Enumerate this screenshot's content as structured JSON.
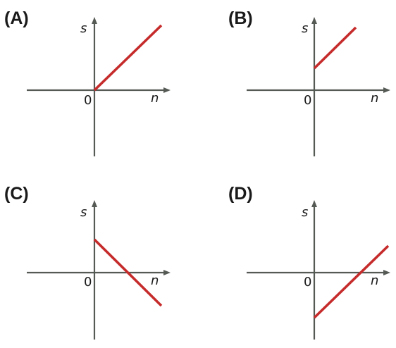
{
  "colors": {
    "axis": "#555a55",
    "line": "#c62b2b",
    "text": "#1a1a1a"
  },
  "panels": [
    {
      "id": "a",
      "label": "(A)",
      "y_axis": "s",
      "x_axis": "n",
      "origin": "0",
      "graph": "line-through-origin-increasing"
    },
    {
      "id": "b",
      "label": "(B)",
      "y_axis": "s",
      "x_axis": "n",
      "origin": "0",
      "graph": "line-positive-intercept-increasing"
    },
    {
      "id": "c",
      "label": "(C)",
      "y_axis": "s",
      "x_axis": "n",
      "origin": "0",
      "graph": "line-positive-intercept-decreasing"
    },
    {
      "id": "d",
      "label": "(D)",
      "y_axis": "s",
      "x_axis": "n",
      "origin": "0",
      "graph": "line-negative-intercept-increasing"
    }
  ]
}
